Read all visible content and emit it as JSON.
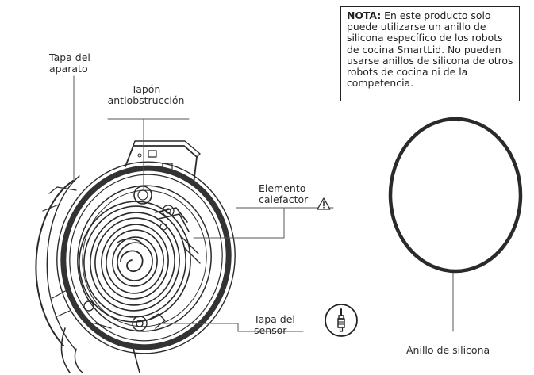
{
  "labels": {
    "lid": [
      "Tapa del",
      "aparato"
    ],
    "anti_block": [
      "Tapón",
      "antiobstrucción"
    ],
    "heating": [
      "Elemento",
      "calefactor"
    ],
    "sensor": [
      "Tapa del",
      "sensor"
    ],
    "ring": "Anillo de silicona"
  },
  "note": {
    "lead": "NOTA:",
    "text": "En este producto solo puede utilizarse un anillo de silicona específico de los robots de cocina SmartLid. No pueden usarse anillos de silicona de otros robots de cocina ni de la competencia."
  },
  "icons": {
    "warning": "warning-triangle-icon",
    "sensor_probe": "sensor-probe-icon"
  }
}
